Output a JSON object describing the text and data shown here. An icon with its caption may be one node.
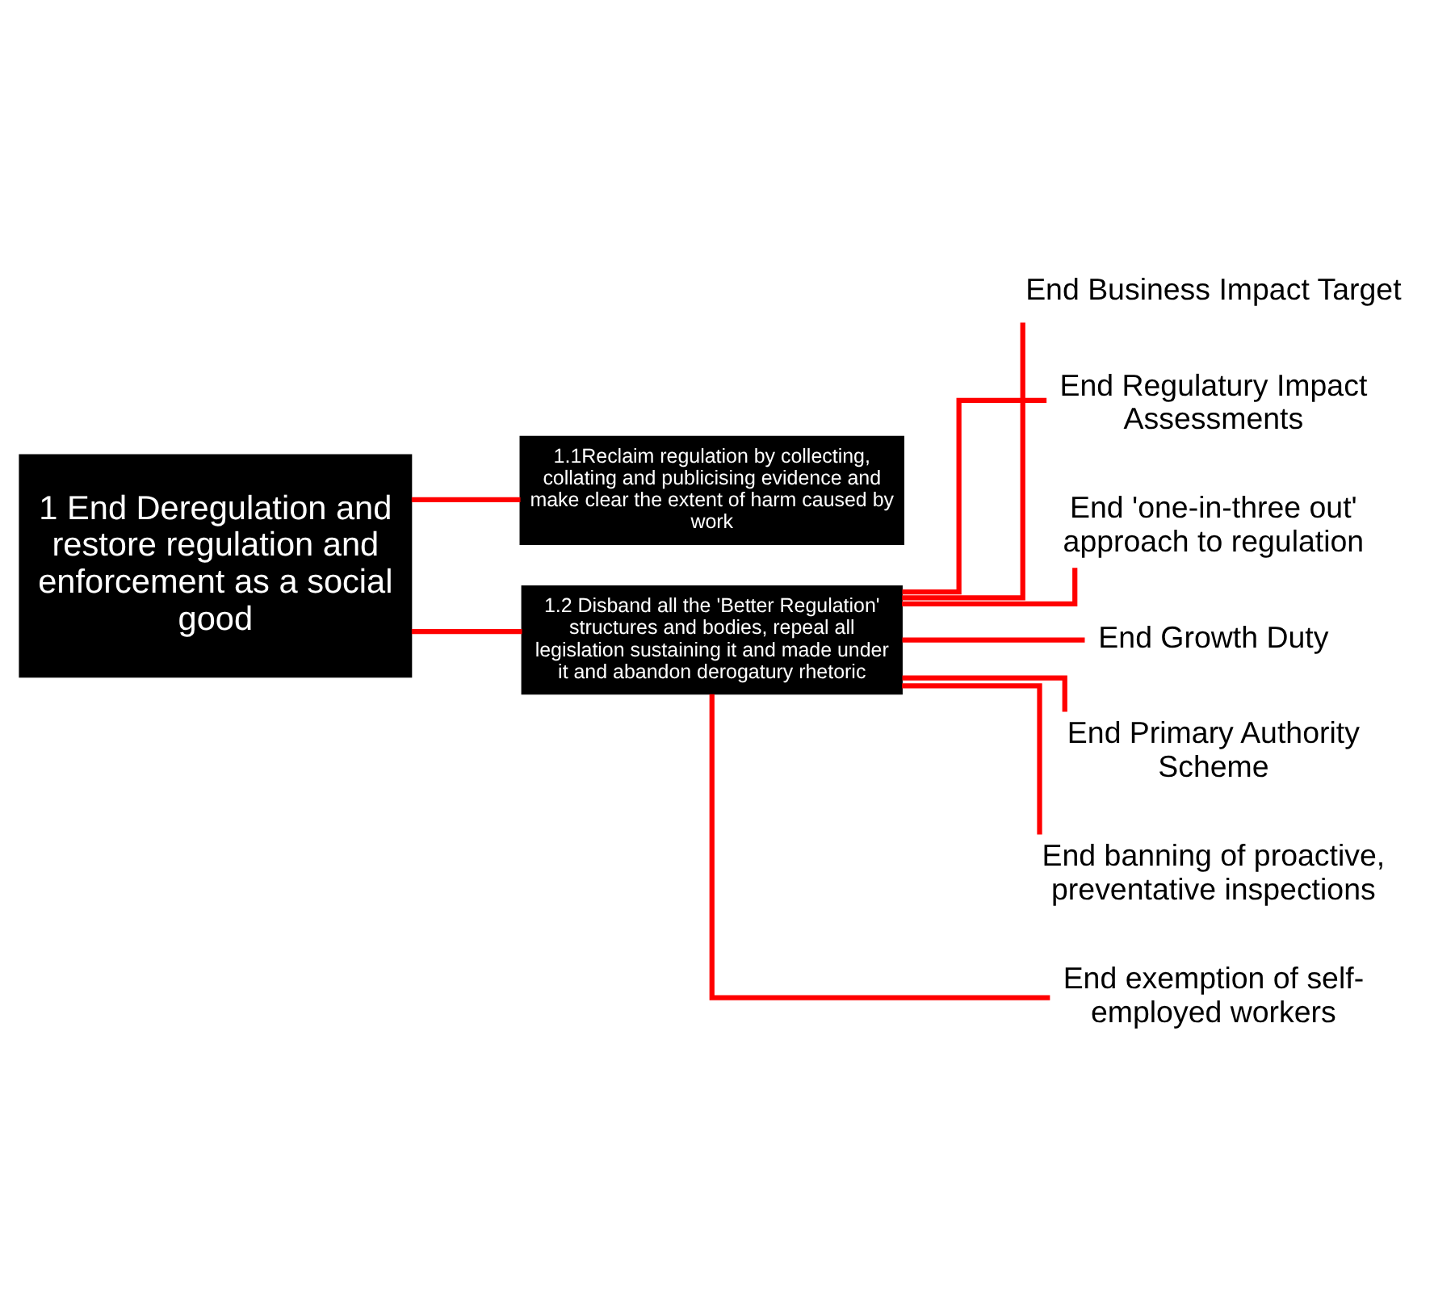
{
  "diagram": {
    "nodes": [
      {
        "text": [
          "1 End Deregulation and restore regulation and enforcement as a social good"
        ]
      },
      {
        "text": [
          "1.1Reclaim regulation by collecting, collating and publicising evidence and make clear the extent of harm caused by work"
        ]
      },
      {
        "text": [
          "1.2 Disband all the 'Better Regulation' structures and bodies, repeal all legislation sustaining it and made under it and abandon derogatury rhetoric"
        ]
      },
      {
        "text": [
          "End Business Impact Target"
        ]
      },
      {
        "text": [
          "End Regulatury Impact Assessments"
        ]
      },
      {
        "text": [
          "End 'one-in-three out' approach to regulation"
        ]
      },
      {
        "text": [
          "End Growth Duty"
        ]
      },
      {
        "text": [
          "End Primary Authority Scheme"
        ]
      },
      {
        "text": [
          "End banning of proactive, preventative inspections"
        ]
      },
      {
        "text": [
          "End exemption of self-employed workers"
        ]
      }
    ],
    "edges": [
      {
        "from": 0,
        "to": 1,
        "arrow": "none"
      },
      {
        "from": 0,
        "to": 2,
        "arrow": "none"
      },
      {
        "from": 2,
        "to": 3,
        "arrow": "none"
      },
      {
        "from": 2,
        "to": 4,
        "arrow": "none"
      },
      {
        "from": 2,
        "to": 5,
        "arrow": "none"
      },
      {
        "from": 2,
        "to": 6,
        "arrow": "none"
      },
      {
        "from": 2,
        "to": 7,
        "arrow": "none"
      },
      {
        "from": 2,
        "to": 8,
        "arrow": "none"
      },
      {
        "from": 2,
        "to": 9,
        "arrow": "none"
      }
    ]
  }
}
